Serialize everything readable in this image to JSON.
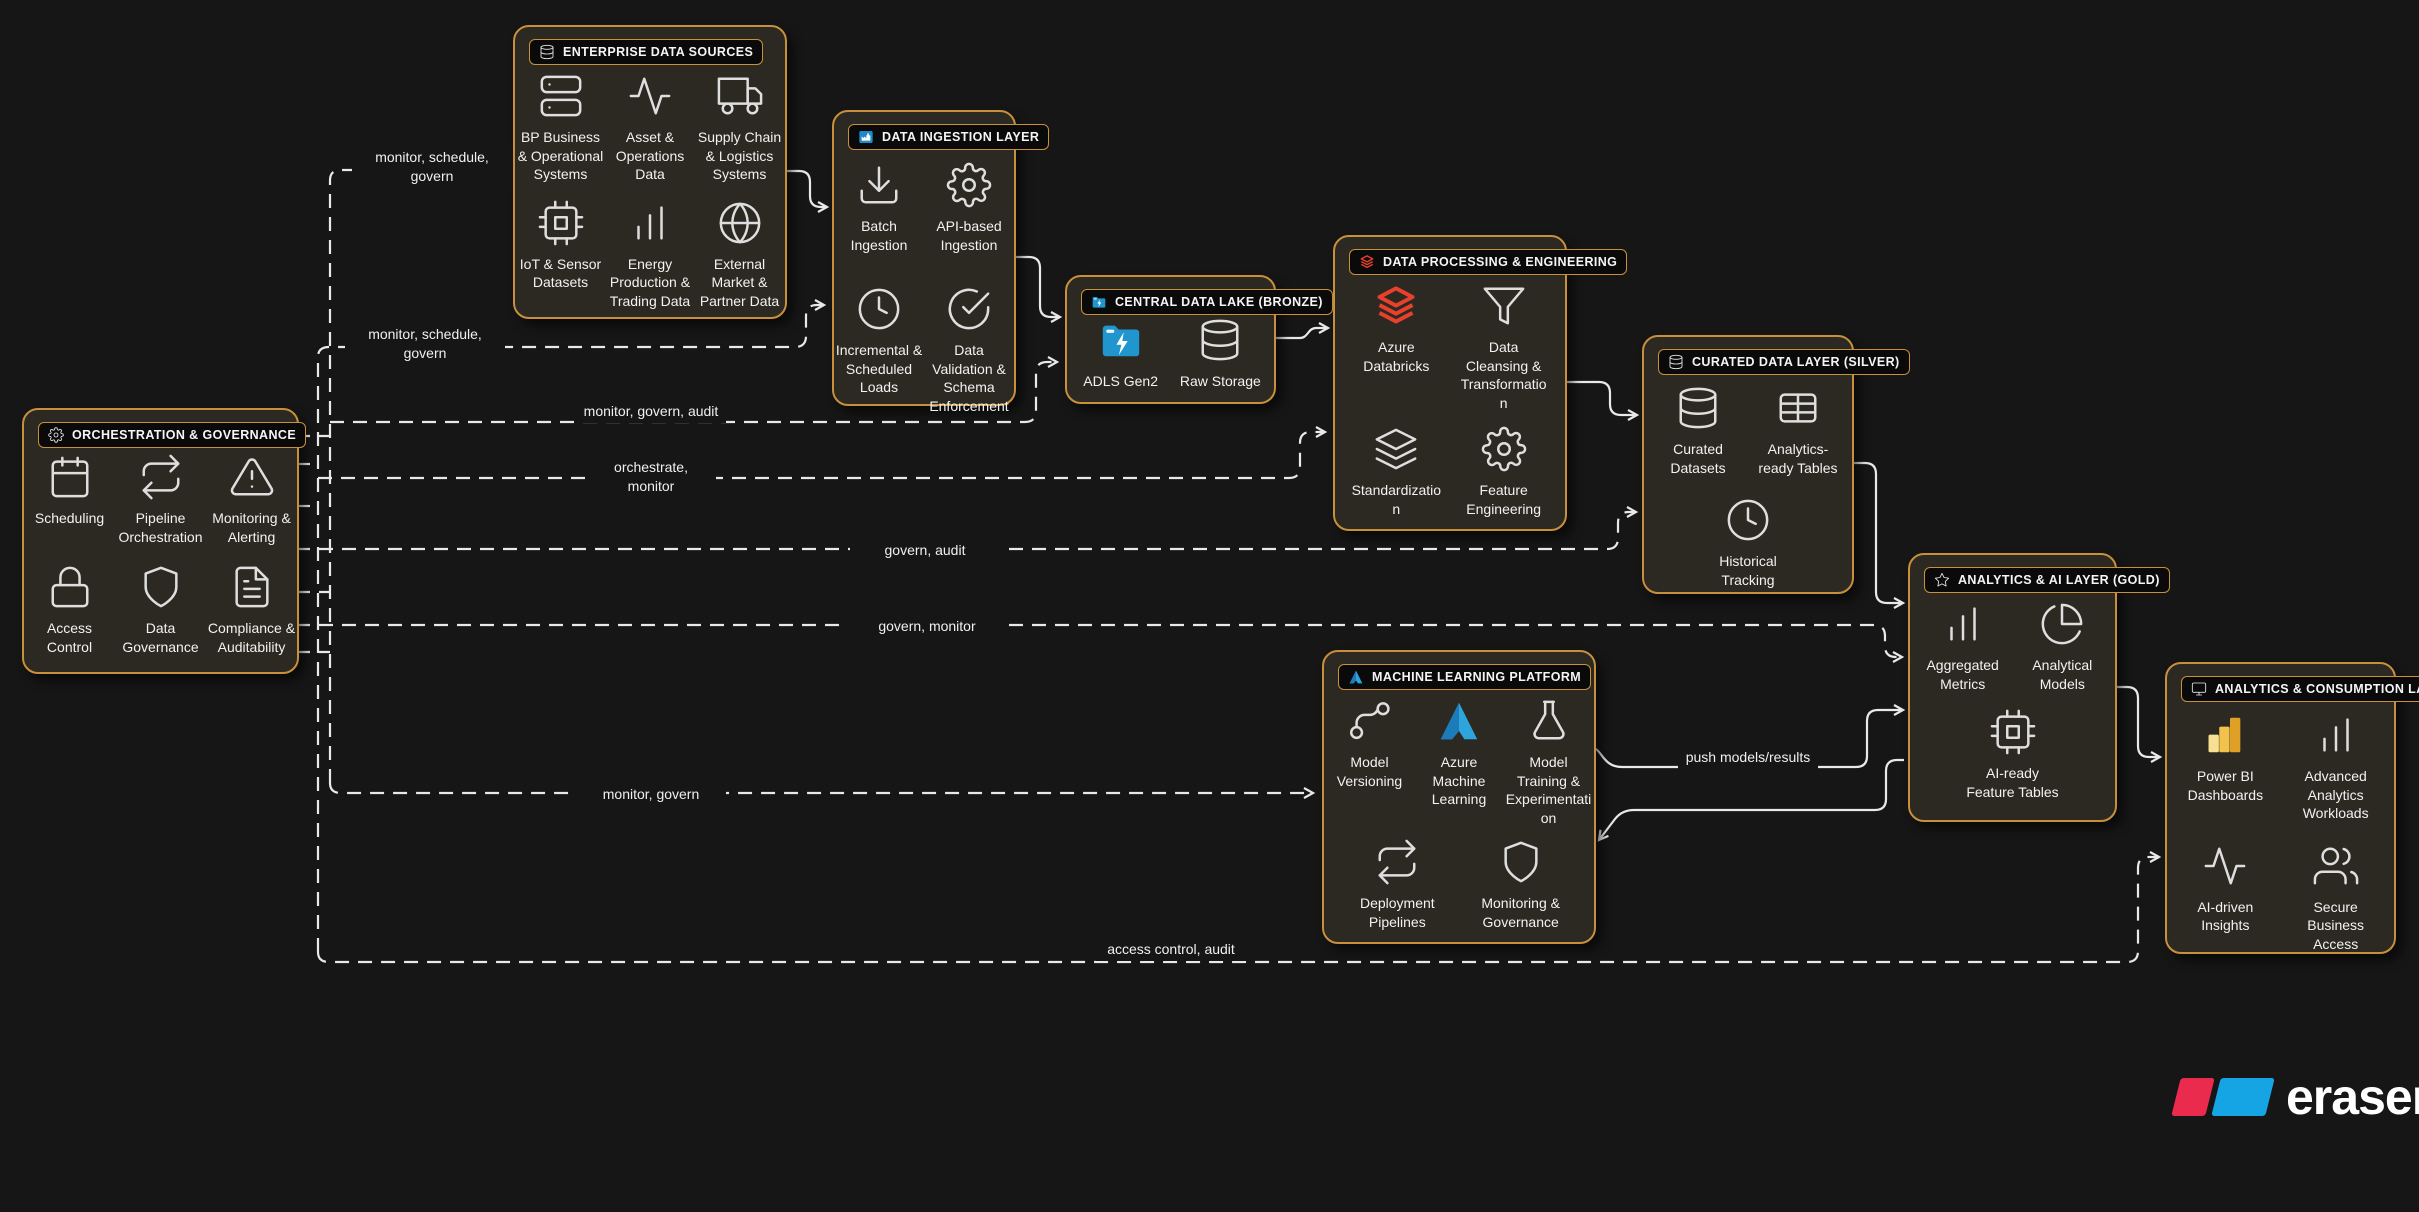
{
  "palette": {
    "canvas_bg": "#161616",
    "box_fill": "#2B2921",
    "box_border": "#C9903B",
    "line_color": "#E9E9E9",
    "text_color": "#F2F2F2",
    "azure_blue": "#2EA4DC",
    "databricks_red": "#E8402C",
    "powerbi_yellow": "#F2C24C",
    "eraser_red": "#EA2B4E",
    "eraser_blue": "#15A5E4"
  },
  "boxes": [
    {
      "id": "orchestration-governance",
      "title": "ORCHESTRATION & GOVERNANCE",
      "title_icon": "gear-icon",
      "items": [
        {
          "label": "Scheduling",
          "icon": "calendar-icon"
        },
        {
          "label": "Pipeline Orchestration",
          "icon": "repeat-icon"
        },
        {
          "label": "Monitoring & Alerting",
          "icon": "alert-triangle-icon"
        },
        {
          "label": "Access Control",
          "icon": "lock-icon"
        },
        {
          "label": "Data Governance",
          "icon": "shield-icon"
        },
        {
          "label": "Compliance & Auditability",
          "icon": "file-text-icon"
        }
      ]
    },
    {
      "id": "enterprise-data-sources",
      "title": "ENTERPRISE DATA SOURCES",
      "title_icon": "database-icon",
      "items": [
        {
          "label": "BP Business & Operational Systems",
          "icon": "server-icon"
        },
        {
          "label": "Asset & Operations Data",
          "icon": "activity-icon"
        },
        {
          "label": "Supply Chain & Logistics Systems",
          "icon": "truck-icon"
        },
        {
          "label": "IoT & Sensor Datasets",
          "icon": "cpu-icon"
        },
        {
          "label": "Energy Production & Trading Data",
          "icon": "bar-chart-icon"
        },
        {
          "label": "External Market & Partner Data",
          "icon": "globe-icon"
        }
      ]
    },
    {
      "id": "data-ingestion-layer",
      "title": "DATA INGESTION LAYER",
      "title_icon": "data-factory-icon",
      "items": [
        {
          "label": "Batch Ingestion",
          "icon": "download-icon"
        },
        {
          "label": "API-based Ingestion",
          "icon": "gear-icon"
        },
        {
          "label": "Incremental & Scheduled Loads",
          "icon": "clock-icon"
        },
        {
          "label": "Data Validation & Schema Enforcement",
          "icon": "check-circle-icon"
        }
      ]
    },
    {
      "id": "central-data-lake-bronze",
      "title": "CENTRAL DATA LAKE (BRONZE)",
      "title_icon": "adls-folder-icon",
      "items": [
        {
          "label": "ADLS Gen2",
          "icon": "adls-folder-icon"
        },
        {
          "label": "Raw Storage",
          "icon": "database-icon"
        }
      ]
    },
    {
      "id": "data-processing-engineering",
      "title": "DATA PROCESSING & ENGINEERING",
      "title_icon": "databricks-icon",
      "items": [
        {
          "label": "Azure Databricks",
          "icon": "databricks-icon"
        },
        {
          "label": "Data Cleansing & Transformation",
          "icon": "filter-icon"
        },
        {
          "label": "Standardization",
          "icon": "layers-icon"
        },
        {
          "label": "Feature Engineering",
          "icon": "gear-icon"
        }
      ]
    },
    {
      "id": "curated-data-layer-silver",
      "title": "CURATED DATA LAYER (SILVER)",
      "title_icon": "database-icon",
      "items": [
        {
          "label": "Curated Datasets",
          "icon": "database-icon"
        },
        {
          "label": "Analytics-ready Tables",
          "icon": "table-icon"
        },
        {
          "label": "Historical Tracking",
          "icon": "clock-icon"
        }
      ]
    },
    {
      "id": "analytics-ai-layer-gold",
      "title": "ANALYTICS & AI LAYER (GOLD)",
      "title_icon": "star-icon",
      "items": [
        {
          "label": "Aggregated Metrics",
          "icon": "bar-chart-icon"
        },
        {
          "label": "Analytical Models",
          "icon": "pie-chart-icon"
        },
        {
          "label": "AI-ready Feature Tables",
          "icon": "cpu-icon"
        }
      ]
    },
    {
      "id": "machine-learning-platform",
      "title": "MACHINE LEARNING PLATFORM",
      "title_icon": "azure-ml-icon",
      "items": [
        {
          "label": "Model Versioning",
          "icon": "git-branch-icon"
        },
        {
          "label": "Azure Machine Learning",
          "icon": "azure-ml-icon"
        },
        {
          "label": "Model Training & Experimentation",
          "icon": "flask-icon"
        },
        {
          "label": "Deployment Pipelines",
          "icon": "repeat-icon"
        },
        {
          "label": "Monitoring & Governance",
          "icon": "shield-icon"
        }
      ]
    },
    {
      "id": "analytics-consumption-layer",
      "title": "ANALYTICS & CONSUMPTION LAYER",
      "title_icon": "monitor-icon",
      "items": [
        {
          "label": "Power BI Dashboards",
          "icon": "power-bi-icon"
        },
        {
          "label": "Advanced Analytics Workloads",
          "icon": "bar-chart-icon"
        },
        {
          "label": "AI-driven Insights",
          "icon": "activity-icon"
        },
        {
          "label": "Secure Business Access",
          "icon": "users-icon"
        }
      ]
    }
  ],
  "edges": [
    {
      "label": "monitor, schedule, govern",
      "from": "orchestration-governance",
      "to": "enterprise-data-sources",
      "style": "dashed"
    },
    {
      "label": "monitor, schedule, govern",
      "from": "orchestration-governance",
      "to": "data-ingestion-layer",
      "style": "dashed"
    },
    {
      "label": "monitor, govern, audit",
      "from": "orchestration-governance",
      "to": "central-data-lake-bronze",
      "style": "dashed"
    },
    {
      "label": "orchestrate, monitor",
      "from": "orchestration-governance",
      "to": "data-processing-engineering",
      "style": "dashed"
    },
    {
      "label": "govern, audit",
      "from": "orchestration-governance",
      "to": "curated-data-layer-silver",
      "style": "dashed"
    },
    {
      "label": "govern, monitor",
      "from": "orchestration-governance",
      "to": "analytics-ai-layer-gold",
      "style": "dashed"
    },
    {
      "label": "monitor, govern",
      "from": "orchestration-governance",
      "to": "machine-learning-platform",
      "style": "dashed"
    },
    {
      "label": "push models/results",
      "from": "machine-learning-platform",
      "to": "analytics-ai-layer-gold",
      "style": "solid"
    },
    {
      "label": "access control, audit",
      "from": "orchestration-governance",
      "to": "analytics-consumption-layer",
      "style": "dashed"
    }
  ],
  "watermark": {
    "brand": "eraser"
  }
}
